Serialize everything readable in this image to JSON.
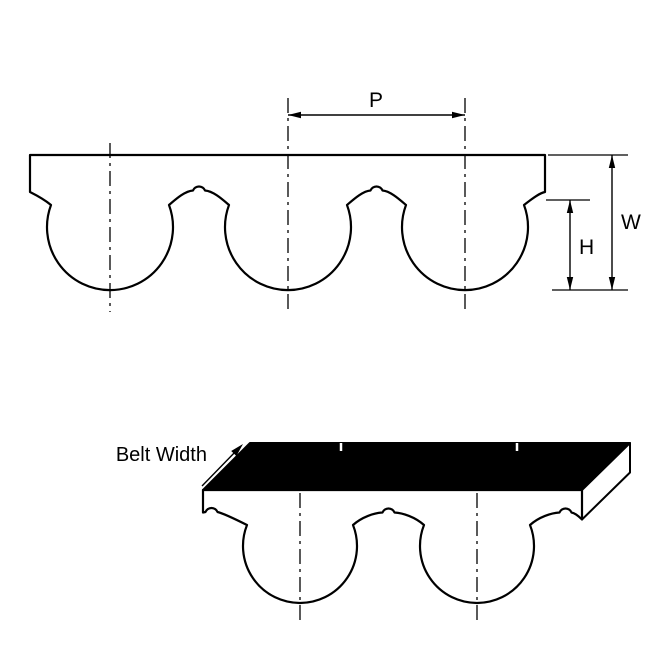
{
  "diagram": {
    "title_semantic": "timing-belt-tooth-profile-diagram",
    "labels": {
      "pitch": "P",
      "overall_width": "W",
      "tooth_height": "H",
      "belt_width": "Belt Width"
    },
    "colors": {
      "line": "#000000",
      "belt_fill": "#ffffff",
      "top_face": "#000000",
      "background": "#ffffff"
    }
  }
}
